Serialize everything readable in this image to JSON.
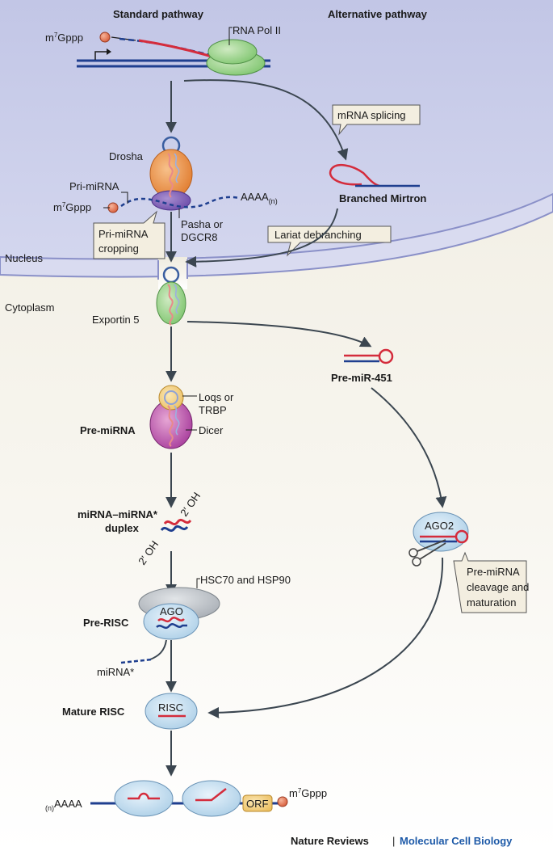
{
  "headers": {
    "standard": "Standard pathway",
    "alternative": "Alternative pathway"
  },
  "compartments": {
    "nucleus": "Nucleus",
    "cytoplasm": "Cytoplasm"
  },
  "transcription": {
    "cap_prefix": "m",
    "cap_sup": "7",
    "cap_suffix": "Gppp",
    "polymerase": "RNA Pol II"
  },
  "processing": {
    "drosha": "Drosha",
    "pri_mirna": "Pri-miRNA",
    "poly_a": "AAAA",
    "poly_a_sub": "(n)",
    "pasha_line1": "Pasha or",
    "pasha_line2": "DGCR8",
    "cropping_line1": "Pri-miRNA",
    "cropping_line2": "cropping"
  },
  "mirtron": {
    "splicing": "mRNA splicing",
    "branched": "Branched Mirtron",
    "debranching": "Lariat debranching"
  },
  "export": {
    "exportin": "Exportin 5"
  },
  "dicing": {
    "loqs_line1": "Loqs or",
    "loqs_line2": "TRBP",
    "dicer": "Dicer",
    "pre_mirna": "Pre-miRNA"
  },
  "alternative": {
    "pre_mir451": "Pre-miR-451",
    "ago2": "AGO2",
    "cleavage_line1": "Pre-miRNA",
    "cleavage_line2": "cleavage and",
    "cleavage_line3": "maturation"
  },
  "duplex": {
    "line1": "miRNA–miRNA*",
    "line2": "duplex",
    "oh_top": "2′ OH",
    "oh_bottom": "2′ OH"
  },
  "risc": {
    "chaperones": "HSC70 and HSP90",
    "ago": "AGO",
    "pre_risc": "Pre-RISC",
    "mirna_star": "miRNA*",
    "mature": "Mature RISC",
    "risc": "RISC"
  },
  "target": {
    "poly_a_sub": "(n)",
    "poly_a": "AAAA",
    "orf": "ORF"
  },
  "footer": {
    "journal": "Nature Reviews",
    "separator": "|",
    "section": "Molecular Cell Biology"
  },
  "colors": {
    "nucleus": "#c9cde8",
    "membrane": "#8a90c8",
    "arrow": "#3b4650",
    "red": "#d42c3c",
    "blue": "#1f3f8f",
    "callout": "#f3eee0"
  }
}
